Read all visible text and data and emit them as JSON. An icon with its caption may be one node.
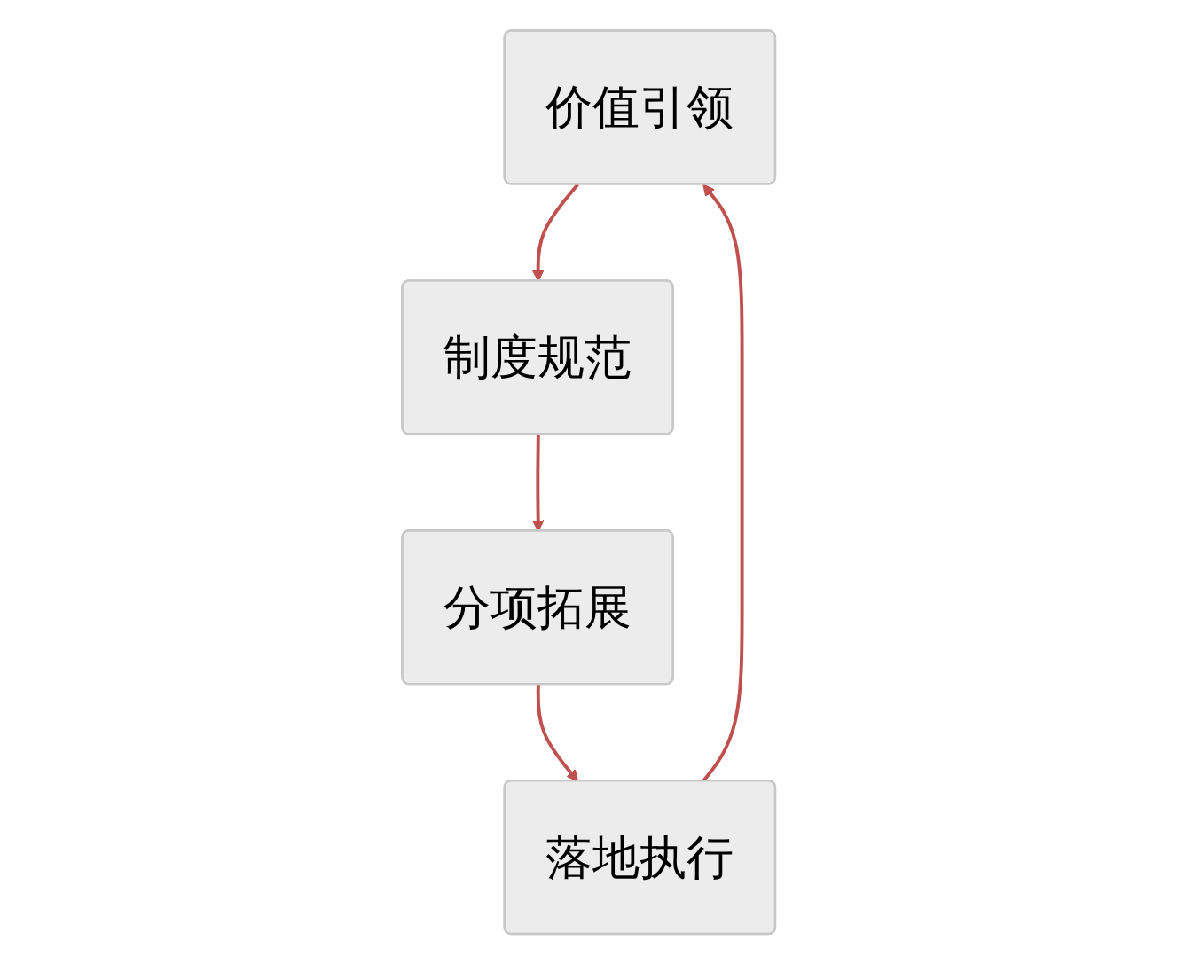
{
  "diagram": {
    "nodes": [
      {
        "text": [
          "价值引领"
        ]
      },
      {
        "text": [
          "制度规范"
        ]
      },
      {
        "text": [
          "分项拓展"
        ]
      },
      {
        "text": [
          "落地执行"
        ]
      }
    ],
    "edges": [
      {
        "from": 0,
        "to": 1,
        "arrow": "to"
      },
      {
        "from": 1,
        "to": 2,
        "arrow": "to"
      },
      {
        "from": 2,
        "to": 3,
        "arrow": "to"
      },
      {
        "from": 3,
        "to": 0,
        "arrow": "to"
      }
    ]
  }
}
